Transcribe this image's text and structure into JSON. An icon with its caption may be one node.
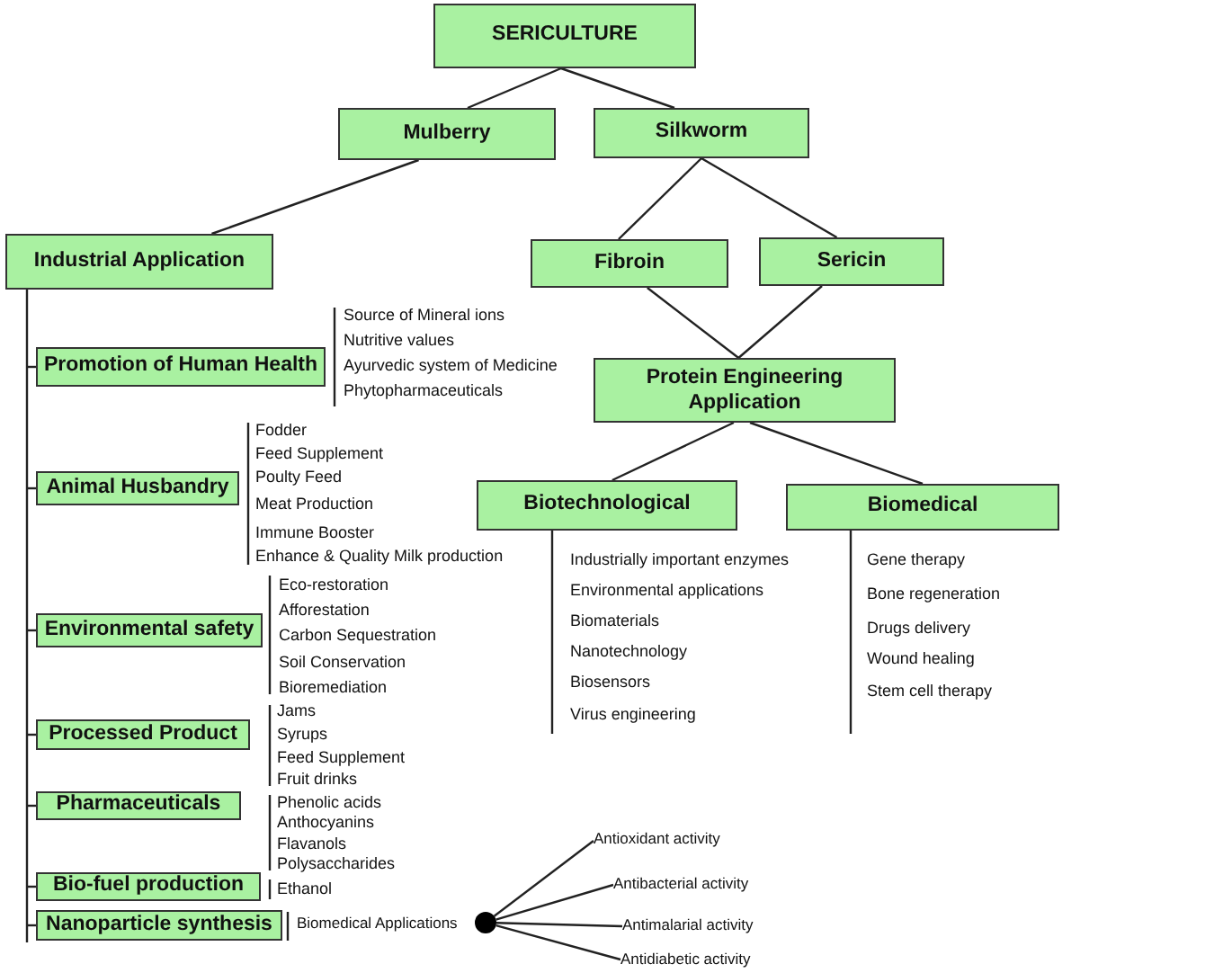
{
  "diagram": {
    "nodes": [
      {
        "text": [
          "SERICULTURE"
        ]
      },
      {
        "text": [
          "Mulberry"
        ]
      },
      {
        "text": [
          "Silkworm"
        ]
      },
      {
        "text": [
          "Industrial Application"
        ]
      },
      {
        "text": [
          "Fibroin"
        ]
      },
      {
        "text": [
          "Sericin"
        ]
      },
      {
        "text": [
          "Promotion of Human Health"
        ],
        "beside": [
          "Source of Mineral ions",
          "Nutritive values",
          "Ayurvedic system of Medicine",
          "Phytopharmaceuticals"
        ]
      },
      {
        "text": [
          "Protein Engineering Application"
        ]
      },
      {
        "text": [
          "Animal Husbandry"
        ],
        "beside": [
          "Fodder",
          "Feed Supplement",
          "Poulty Feed",
          "Meat Production",
          "Immune Booster",
          "Enhance & Quality Milk production"
        ]
      },
      {
        "text": [
          "Biotechnological"
        ],
        "beside": [
          "Industrially important enzymes",
          "Environmental applications",
          "Biomaterials",
          "Nanotechnology",
          "Biosensors",
          "Virus engineering"
        ]
      },
      {
        "text": [
          "Biomedical"
        ],
        "beside": [
          "Gene therapy",
          "Bone regeneration",
          "Drugs delivery",
          "Wound healing",
          "Stem cell therapy"
        ]
      },
      {
        "text": [
          "Environmental safety"
        ],
        "beside": [
          "Eco-restoration",
          "Afforestation",
          "Carbon Sequestration",
          "Soil Conservation",
          "Bioremediation"
        ]
      },
      {
        "text": [
          "Processed Product"
        ],
        "beside": [
          "Jams",
          "Syrups",
          "Feed Supplement",
          "Fruit drinks"
        ]
      },
      {
        "text": [
          "Pharmaceuticals"
        ],
        "beside": [
          "Phenolic acids",
          "Anthocyanins",
          "Flavanols",
          "Polysaccharides"
        ]
      },
      {
        "text": [
          "Bio-fuel production"
        ],
        "beside": [
          "Ethanol"
        ]
      },
      {
        "text": [
          "Nanoparticle synthesis"
        ],
        "beside": [
          "Biomedical Applications"
        ]
      },
      {
        "text": [],
        "shape": "circle"
      },
      {
        "text": [
          "Antioxidant activity"
        ]
      },
      {
        "text": [
          "Antibacterial activity"
        ]
      },
      {
        "text": [
          "Antimalarial activity"
        ]
      },
      {
        "text": [
          "Antidiabetic activity"
        ]
      }
    ],
    "edges": [
      {
        "from": 0,
        "to": 1,
        "arrow": "none"
      },
      {
        "from": 0,
        "to": 2,
        "arrow": "none"
      },
      {
        "from": 1,
        "to": 3,
        "arrow": "none"
      },
      {
        "from": 2,
        "to": 4,
        "arrow": "none"
      },
      {
        "from": 2,
        "to": 5,
        "arrow": "none"
      },
      {
        "from": 4,
        "to": 7,
        "arrow": "none"
      },
      {
        "from": 5,
        "to": 7,
        "arrow": "none"
      },
      {
        "from": 7,
        "to": 9,
        "arrow": "none"
      },
      {
        "from": 7,
        "to": 10,
        "arrow": "none"
      },
      {
        "from": 3,
        "to": 6,
        "arrow": "none"
      },
      {
        "from": 3,
        "to": 8,
        "arrow": "none"
      },
      {
        "from": 3,
        "to": 11,
        "arrow": "none"
      },
      {
        "from": 3,
        "to": 12,
        "arrow": "none"
      },
      {
        "from": 3,
        "to": 13,
        "arrow": "none"
      },
      {
        "from": 3,
        "to": 14,
        "arrow": "none"
      },
      {
        "from": 3,
        "to": 15,
        "arrow": "none"
      },
      {
        "from": 16,
        "to": 17,
        "arrow": "none"
      },
      {
        "from": 16,
        "to": 18,
        "arrow": "none"
      },
      {
        "from": 16,
        "to": 19,
        "arrow": "none"
      },
      {
        "from": 16,
        "to": 20,
        "arrow": "none"
      }
    ]
  }
}
